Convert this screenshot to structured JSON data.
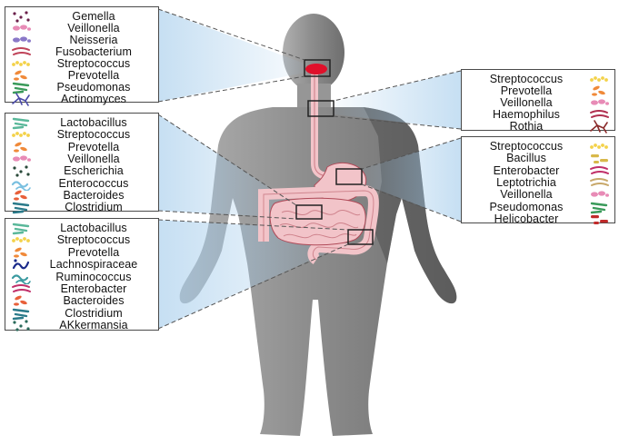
{
  "colors": {
    "body": "#8c8c8c",
    "body_edge": "#5a5a5a",
    "beam": "#9fc9ea",
    "organ_fill": "#f2c4c9",
    "organ_edge": "#b04a58",
    "mouth": "#e0102a"
  },
  "panels": {
    "oral": {
      "organisms": [
        {
          "name": "Gemella",
          "icon": "gemella-icon",
          "color": "#6b1f4a"
        },
        {
          "name": "Veillonella",
          "icon": "veillonella-icon",
          "color": "#e88bb6"
        },
        {
          "name": "Neisseria",
          "icon": "neisseria-icon",
          "color": "#8a78c8"
        },
        {
          "name": "Fusobacterium",
          "icon": "fusobacterium-icon",
          "color": "#c0445a"
        },
        {
          "name": "Streptococcus",
          "icon": "streptococcus-icon",
          "color": "#f3d24a"
        },
        {
          "name": "Prevotella",
          "icon": "prevotella-icon",
          "color": "#f08a3a"
        },
        {
          "name": "Pseudomonas",
          "icon": "pseudomonas-icon",
          "color": "#3a9a5a"
        },
        {
          "name": "Actinomyces",
          "icon": "actinomyces-icon",
          "color": "#4a4aa8"
        }
      ]
    },
    "esophagus": {
      "organisms": [
        {
          "name": "Streptococcus",
          "icon": "streptococcus-icon",
          "color": "#f3d24a"
        },
        {
          "name": "Prevotella",
          "icon": "prevotella-icon",
          "color": "#f08a3a"
        },
        {
          "name": "Veillonella",
          "icon": "veillonella-icon",
          "color": "#e88bb6"
        },
        {
          "name": "Haemophilus",
          "icon": "haemophilus-icon",
          "color": "#b03050"
        },
        {
          "name": "Rothia",
          "icon": "rothia-icon",
          "color": "#8a2a2a"
        }
      ]
    },
    "stomach": {
      "organisms": [
        {
          "name": "Streptococcus",
          "icon": "streptococcus-icon",
          "color": "#f3d24a"
        },
        {
          "name": "Bacillus",
          "icon": "bacillus-icon",
          "color": "#d8b84a"
        },
        {
          "name": "Enterobacter",
          "icon": "enterobacter-icon",
          "color": "#c0306a"
        },
        {
          "name": "Leptotrichia",
          "icon": "leptotrichia-icon",
          "color": "#c8a86a"
        },
        {
          "name": "Veillonella",
          "icon": "veillonella-icon",
          "color": "#e88bb6"
        },
        {
          "name": "Pseudomonas",
          "icon": "pseudomonas-icon",
          "color": "#3a9a5a"
        },
        {
          "name": "Helicobacter",
          "icon": "helicobacter-icon",
          "color": "#c02a2a"
        }
      ]
    },
    "small_intestine": {
      "organisms": [
        {
          "name": "Lactobacillus",
          "icon": "lactobacillus-icon",
          "color": "#5ab89a"
        },
        {
          "name": "Streptococcus",
          "icon": "streptococcus-icon",
          "color": "#f3d24a"
        },
        {
          "name": "Prevotella",
          "icon": "prevotella-icon",
          "color": "#f08a3a"
        },
        {
          "name": "Veillonella",
          "icon": "veillonella-icon",
          "color": "#e88bb6"
        },
        {
          "name": "Escherichia",
          "icon": "escherichia-icon",
          "color": "#2a4a3a"
        },
        {
          "name": "Enterococcus",
          "icon": "enterococcus-icon",
          "color": "#7ac0e0"
        },
        {
          "name": "Bacteroides",
          "icon": "bacteroides-icon",
          "color": "#e8603a"
        },
        {
          "name": "Clostridium",
          "icon": "clostridium-icon",
          "color": "#2a7a8a"
        }
      ]
    },
    "large_intestine": {
      "organisms": [
        {
          "name": "Lactobacillus",
          "icon": "lactobacillus-icon",
          "color": "#5ab89a"
        },
        {
          "name": "Streptococcus",
          "icon": "streptococcus-icon",
          "color": "#f3d24a"
        },
        {
          "name": "Prevotella",
          "icon": "prevotella-icon",
          "color": "#f08a3a"
        },
        {
          "name": "Lachnospiraceae",
          "icon": "lachnospiraceae-icon",
          "color": "#1a2a8a"
        },
        {
          "name": "Ruminococcus",
          "icon": "ruminococcus-icon",
          "color": "#3a9aa0"
        },
        {
          "name": "Enterobacter",
          "icon": "enterobacter-icon",
          "color": "#c0306a"
        },
        {
          "name": "Bacteroides",
          "icon": "bacteroides-icon",
          "color": "#e8603a"
        },
        {
          "name": "Clostridium",
          "icon": "clostridium-icon",
          "color": "#2a7a8a"
        },
        {
          "name": "AKkermansia",
          "icon": "akkermansia-icon",
          "color": "#2a6a5a"
        }
      ]
    }
  }
}
